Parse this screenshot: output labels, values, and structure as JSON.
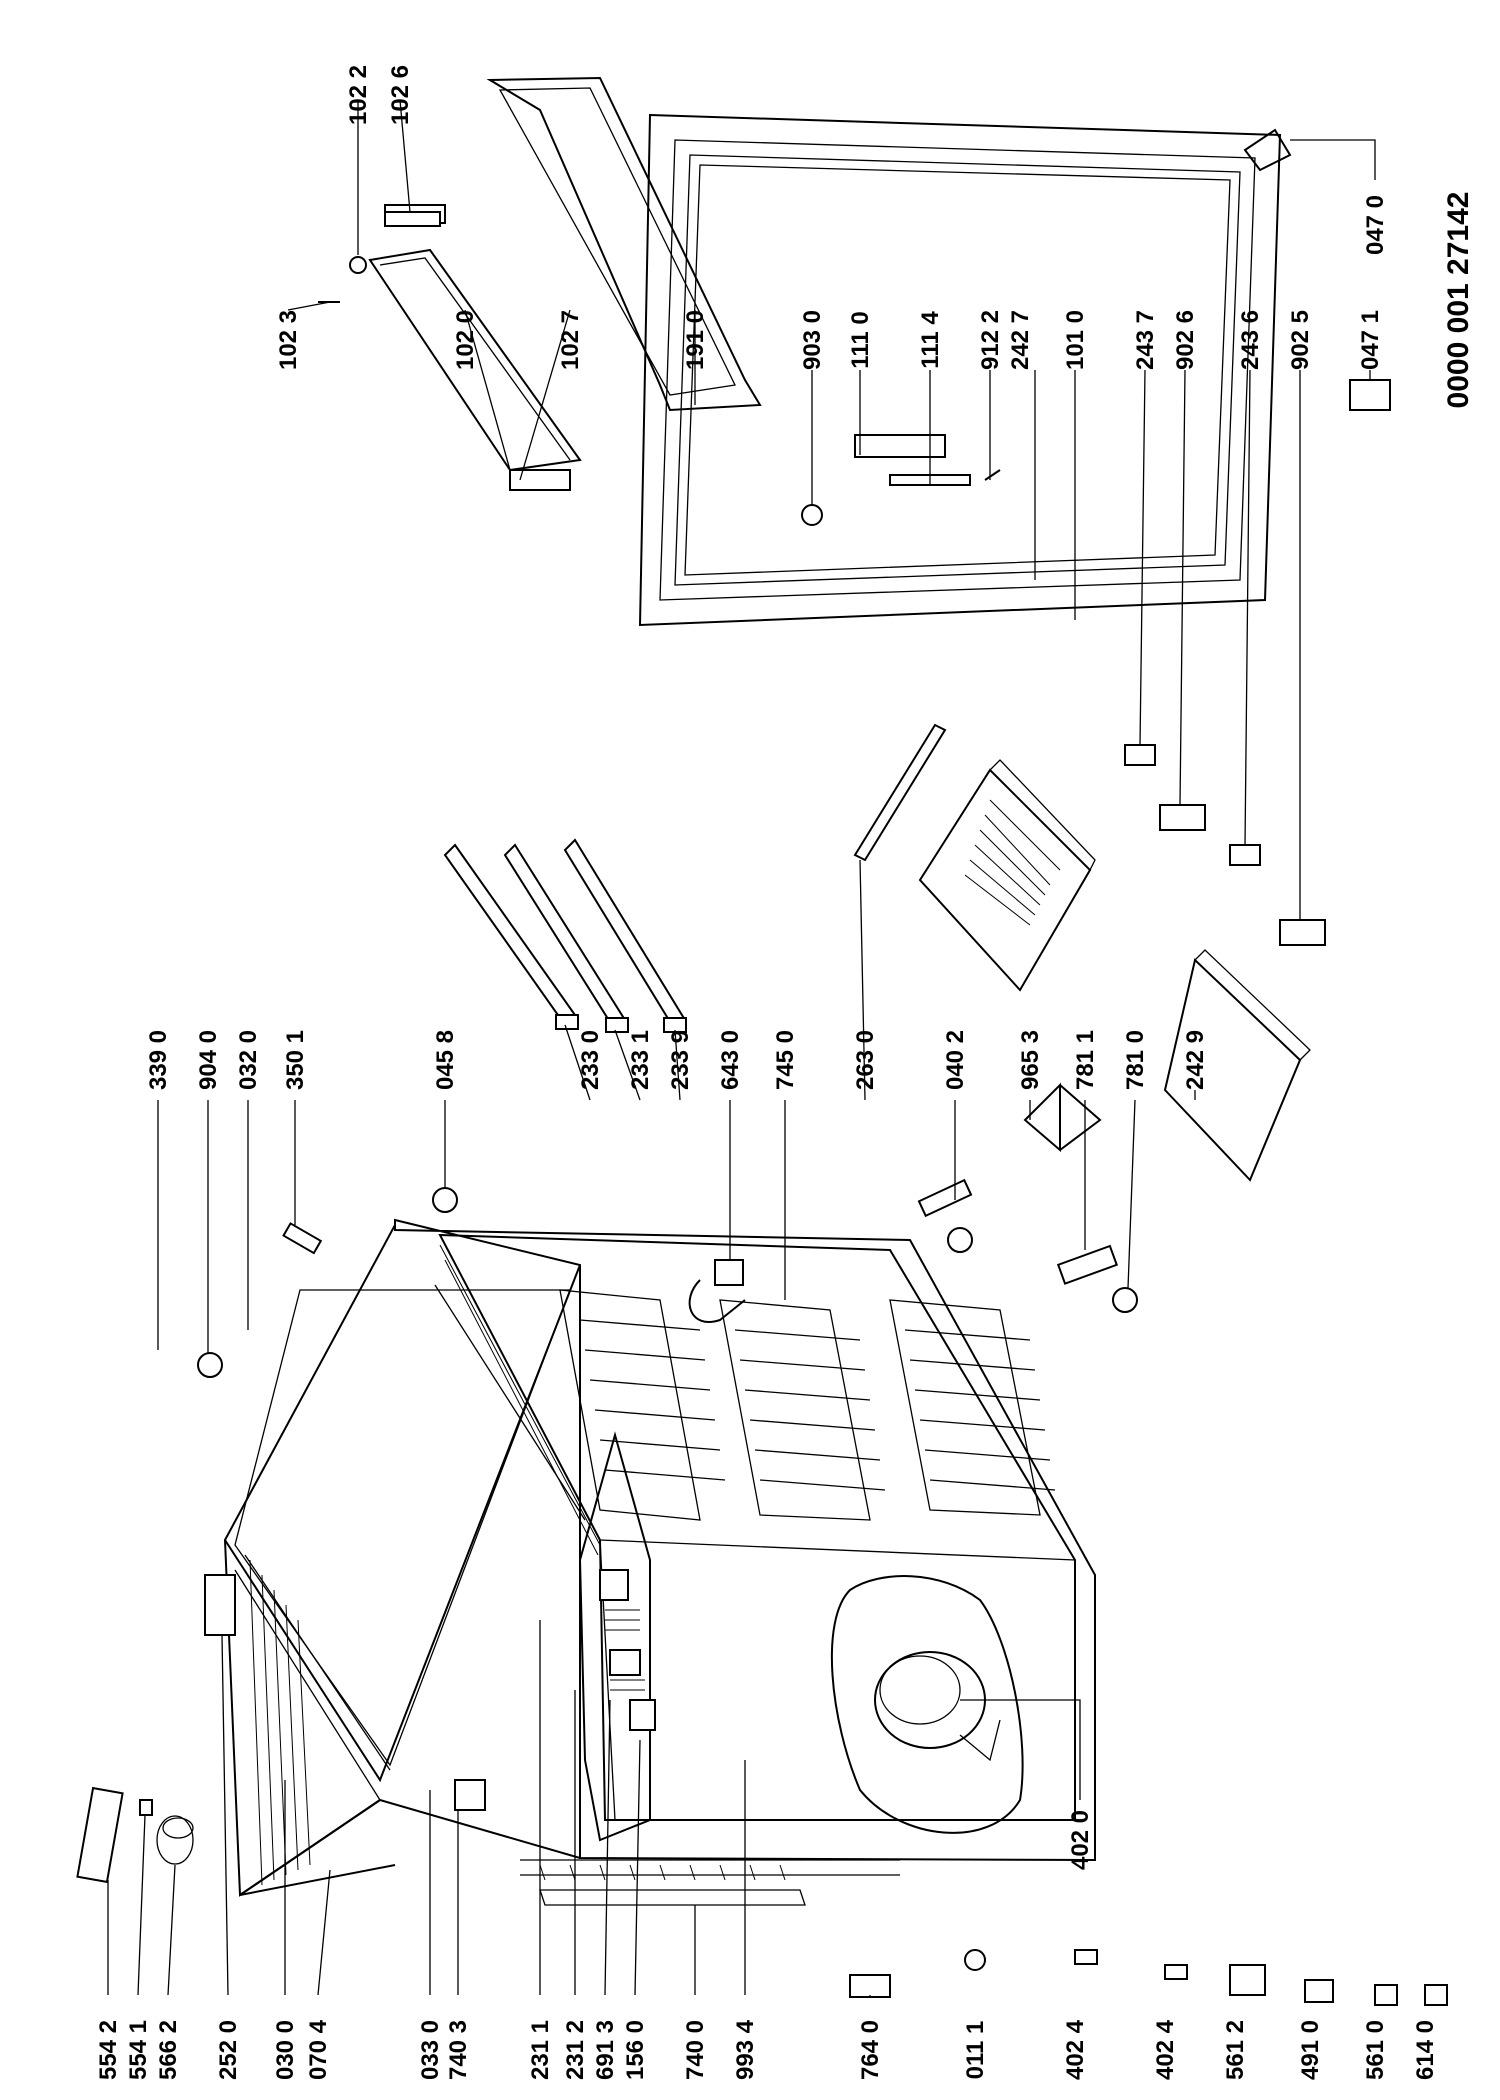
{
  "document_number": "0000 001 27142",
  "labels": {
    "l1": "554 2",
    "l2": "554 1",
    "l3": "566 2",
    "l4": "252 0",
    "l5": "030 0",
    "l6": "070 4",
    "l7": "033 0",
    "l8": "740 3",
    "l9": "231 1",
    "l10": "231 2",
    "l11": "691 3",
    "l12": "156 0",
    "l13": "740 0",
    "l14": "993 4",
    "l15": "764 0",
    "l16": "011 1",
    "l17": "402 4",
    "l18": "402 4",
    "l19": "561 2",
    "l20": "491 0",
    "l21": "561 0",
    "l22": "614 0",
    "l23": "339 0",
    "l24": "904 0",
    "l25": "032 0",
    "l26": "350 1",
    "l27": "045 8",
    "l28": "233 0",
    "l29": "233 1",
    "l30": "233 9",
    "l31": "643 0",
    "l32": "745 0",
    "l33": "263 0",
    "l34": "040 2",
    "l35": "965 3",
    "l36": "781 1",
    "l37": "781 0",
    "l38": "242 9",
    "l39": "402 0",
    "l40": "102 3",
    "l41": "102 0",
    "l42": "102 7",
    "l43": "191 0",
    "l44": "903 0",
    "l45": "111 0",
    "l46": "111 4",
    "l47": "912 2",
    "l48": "242 7",
    "l49": "101 0",
    "l50": "243 7",
    "l51": "902 6",
    "l52": "243 6",
    "l53": "902 5",
    "l54": "047 1",
    "l55": "047 0",
    "l56": "102 2",
    "l57": "102 6"
  }
}
